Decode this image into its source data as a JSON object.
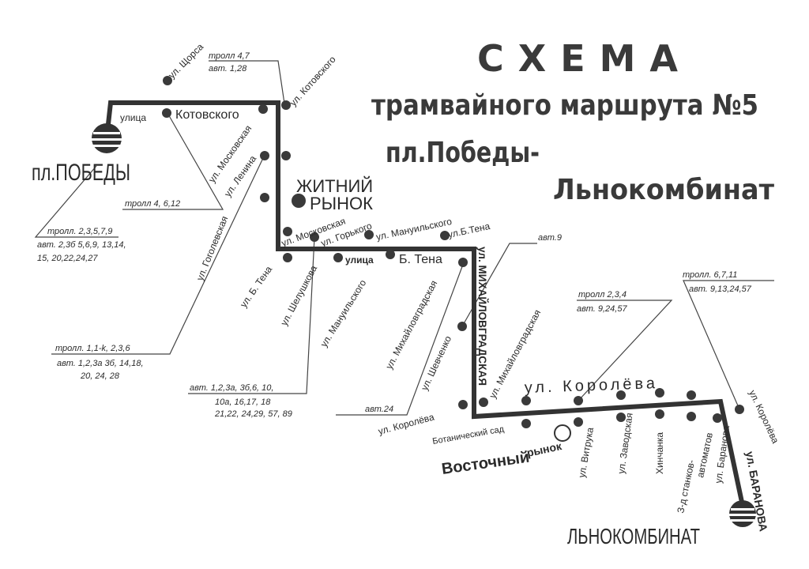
{
  "title": {
    "line1": "СХЕМА",
    "line2": "трамвайного маршрута №5",
    "line3": "пл.Победы-",
    "line4": "Льнокомбинат"
  },
  "terminals": {
    "start": "пл.ПОБЕДЫ",
    "end": "ЛЬНОКОМБИНАТ"
  },
  "places": {
    "zhitniy_1": "ЖИТНИЙ",
    "zhitniy_2": "РЫНОК",
    "vostochny_1": "Восточный",
    "vostochny_2": "рынок",
    "botanic": "Ботанический сад"
  },
  "streets": {
    "ulitsa1": "улица",
    "kotovskogo": "Котовского",
    "ulitsa2": "улица",
    "b_tena": "Б. Тена",
    "korolyova": "ул. Королёва",
    "mikhailovgradskaya_main": "ул. МИХАЙЛОВГРАДСКАЯ",
    "baranova_main": "ул. БАРАНОВА"
  },
  "stops": {
    "shchorsa": "ул. Щорса",
    "kotovskogo": "ул. Котовского",
    "moskovskaya1": "ул. Московская",
    "lenina": "ул. Ленина",
    "gogolevskaya": "ул. Гоголевская",
    "moskovskaya2": "ул. Московская",
    "gorkogo": "ул. Горького",
    "manuilskogo1": "ул. Мануильского",
    "b_tena1": "ул.Б.Тена",
    "b_tena2": "ул. Б. Тена",
    "shelushkova": "ул. Шелушкова",
    "manuilskogo2": "ул. Мануильского",
    "mikhailovgradskaya1": "ул. Михайловградская",
    "shevchenko": "ул. Шевченко",
    "korolyova1": "ул. Королёва",
    "mikhailovgradskaya2": "ул. Михайловградская",
    "vitruka": "ул. Витрука",
    "zavodskaya": "ул. Заводская",
    "khinchanka": "Хинчанка",
    "stankov_1": "З-д станков-",
    "stankov_2": "автоматов",
    "baranova": "ул. Баранова",
    "korolyova2": "ул. Королёва"
  },
  "transfers": {
    "kotovskogo_top_1": "тролл 4,7",
    "kotovskogo_top_2": "авт. 1,28",
    "troll_4_6_12": "тролл 4, 6,12",
    "pobedy_1": "тролл. 2,3,5,7,9",
    "pobedy_2": "авт. 2,3б 5,6,9, 13,14,",
    "pobedy_3": "15, 20,22,24,27",
    "gogol_1": "тролл. 1,1-k, 2,3,6",
    "gogol_2": "авт. 1,2,3а 3б, 14,18,",
    "gogol_3": "20, 24, 28",
    "shel_1": "авт. 1,2,3а, 3б,6, 10,",
    "shel_2": "10а, 16,17, 18",
    "shel_3": "21,22, 24,29, 57, 89",
    "avt24": "авт.24",
    "avt9": "авт.9",
    "kor_1": "тролл 2,3,4",
    "kor_2": "авт. 9,24,57",
    "bar_1": "тролл. 6,7,11",
    "bar_2": "авт. 9,13,24,57"
  }
}
